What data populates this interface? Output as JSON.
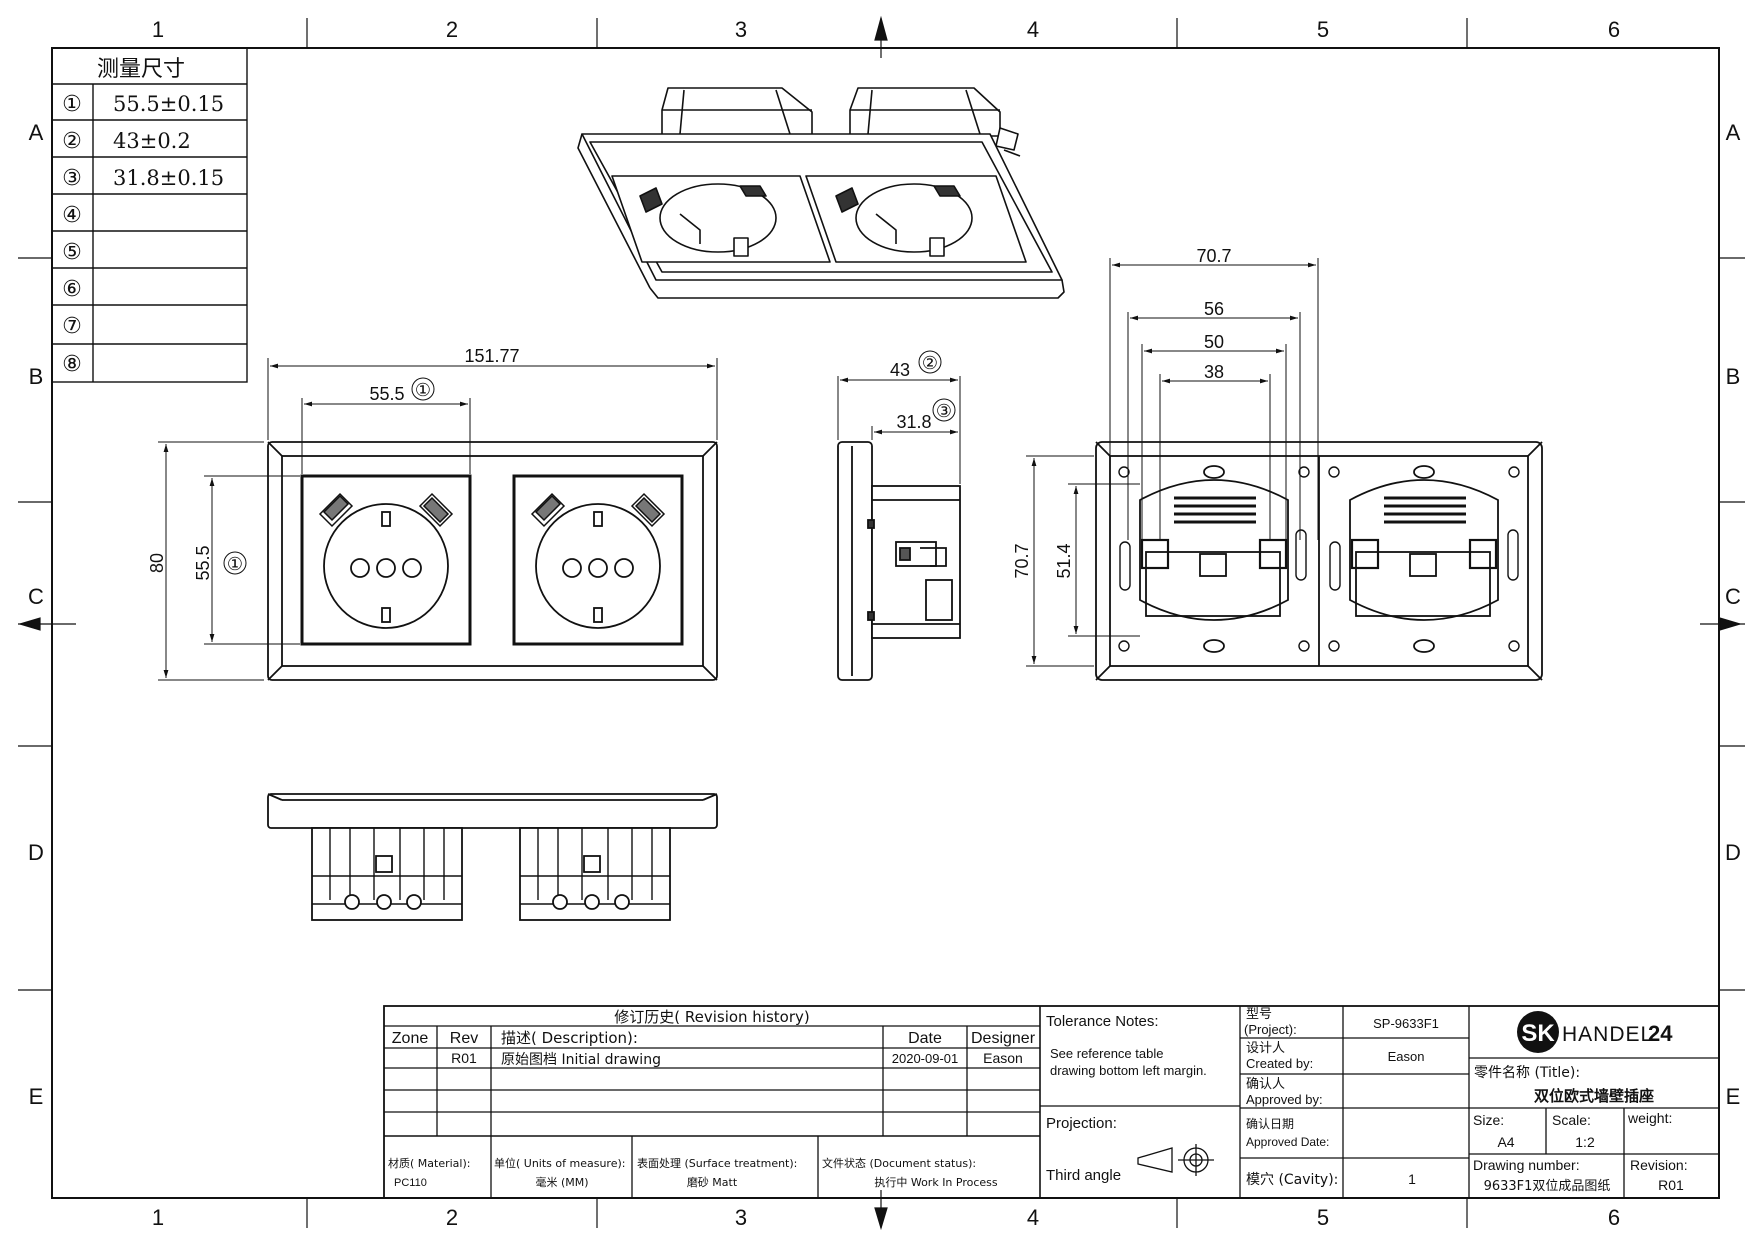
{
  "grid": {
    "cols": [
      "1",
      "2",
      "3",
      "4",
      "5",
      "6"
    ],
    "rows": [
      "A",
      "B",
      "C",
      "D",
      "E"
    ]
  },
  "measurement_table": {
    "title": "测量尺寸",
    "rows": [
      {
        "num": "①",
        "value": "55.5±0.15"
      },
      {
        "num": "②",
        "value": "43±0.2"
      },
      {
        "num": "③",
        "value": "31.8±0.15"
      },
      {
        "num": "④",
        "value": ""
      },
      {
        "num": "⑤",
        "value": ""
      },
      {
        "num": "⑥",
        "value": ""
      },
      {
        "num": "⑦",
        "value": ""
      },
      {
        "num": "⑧",
        "value": ""
      }
    ]
  },
  "front_view": {
    "dim_width": "151.77",
    "dim_pitch": "55.5",
    "dim_height": "80",
    "dim_inner": "55.5",
    "ref_1": "①"
  },
  "side_view": {
    "dim_depth": "43",
    "ref_2": "②",
    "dim_body": "31.8",
    "ref_3": "③"
  },
  "back_view": {
    "dim_a": "70.7",
    "dim_b": "56",
    "dim_c": "50",
    "dim_d": "38",
    "dim_h1": "70.7",
    "dim_h2": "51.4"
  },
  "revision": {
    "title": "修订历史( Revision  history)",
    "headers": {
      "zone": "Zone",
      "rev": "Rev",
      "desc": "描述( Description):",
      "date": "Date",
      "designer": "Designer"
    },
    "rows": [
      {
        "zone": "",
        "rev": "R01",
        "desc": "原始图档 Initial  drawing",
        "date": "2020-09-01",
        "designer": "Eason"
      }
    ]
  },
  "footer_fields": {
    "material_label": "材质( Material):",
    "material_value": "PC110",
    "units_label": "单位( Units of measure):",
    "units_value": "毫米 (MM)",
    "surface_label": "表面处理 (Surface treatment):",
    "surface_value": "磨砂 Matt",
    "status_label": "文件状态 (Document status):",
    "status_value": "执行中 Work In Process"
  },
  "tolerance": {
    "label": "Tolerance Notes:",
    "line1": "See reference table",
    "line2": "drawing bottom left margin."
  },
  "projection": {
    "label": "Projection:",
    "value": "Third angle"
  },
  "info": {
    "project_label_cn": "型号",
    "project_label_en": "(Project):",
    "project_value": "SP-9633F1",
    "created_label_cn": "设计人",
    "created_label_en": "Created by:",
    "created_value": "Eason",
    "approved_label_cn": "确认人",
    "approved_label_en": "Approved by:",
    "approved_value": "",
    "date_label_cn": "确认日期",
    "date_label_en": "Approved Date:",
    "date_value": "",
    "cavity_label": "模穴 (Cavity):",
    "cavity_value": "1"
  },
  "title_block": {
    "logo_mark": "SK",
    "logo_text": "HANDEL",
    "logo_num": "24",
    "title_label": "零件名称 (Title):",
    "title_value": "双位欧式墙壁插座",
    "size_label": "Size:",
    "size_value": "A4",
    "scale_label": "Scale:",
    "scale_value": "1:2",
    "weight_label": "weight:",
    "weight_value": "",
    "drawing_number_label": "Drawing number:",
    "drawing_number_value": "9633F1双位成品图纸",
    "revision_label": "Revision:",
    "revision_value": "R01"
  }
}
